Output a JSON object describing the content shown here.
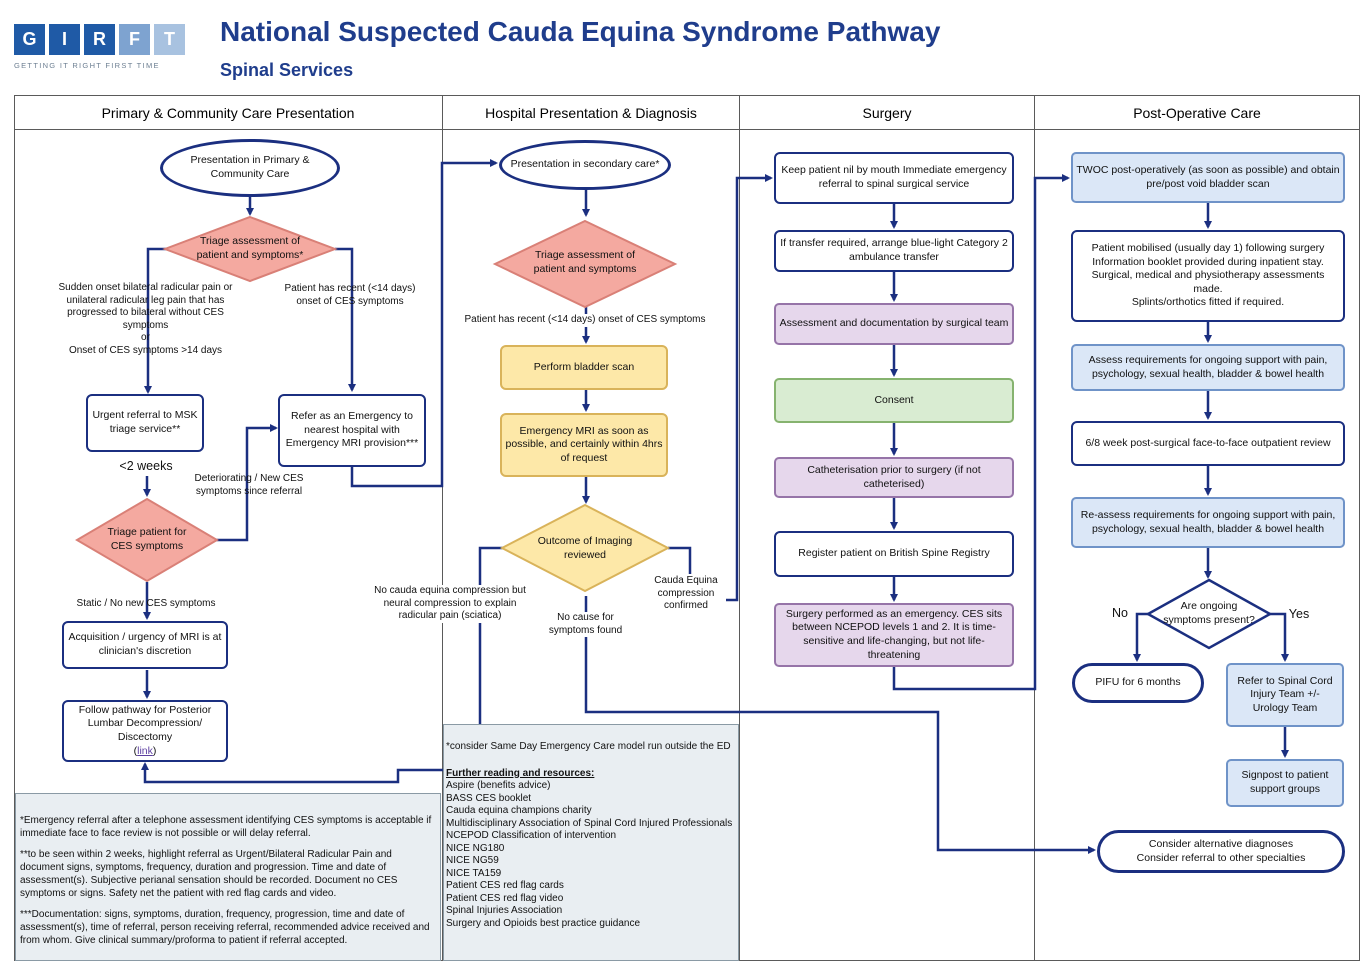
{
  "header": {
    "logo_letters": [
      "G",
      "I",
      "R",
      "F",
      "T"
    ],
    "logo_tagline": "GETTING IT RIGHT FIRST TIME",
    "title": "National Suspected Cauda Equina Syndrome Pathway",
    "subtitle": "Spinal Services"
  },
  "lanes": [
    "Primary & Community Care Presentation",
    "Hospital Presentation & Diagnosis",
    "Surgery",
    "Post-Operative Care"
  ],
  "primary": {
    "start": "Presentation in Primary & Community Care",
    "triage": "Triage assessment of patient and symptoms*",
    "left_label": "Sudden onset bilateral radicular pain or unilateral radicular leg pain that has progressed to bilateral without CES symptoms\nor\nOnset of CES symptoms >14 days",
    "right_label": "Patient has recent (<14 days) onset of CES symptoms",
    "urgent_referral": "Urgent referral to MSK triage service**",
    "two_weeks": "<2 weeks",
    "refer_emergency": "Refer as an Emergency to nearest hospital with Emergency MRI provision***",
    "deteriorating": "Deteriorating / New CES symptoms since referral",
    "triage_ces": "Triage patient for CES symptoms",
    "static": "Static / No new CES symptoms",
    "acquisition": "Acquisition / urgency of MRI is at clinician's discretion",
    "follow_pathway": "Follow pathway for Posterior Lumbar Decompression/ Discectomy",
    "follow_link": "link"
  },
  "hospital": {
    "start": "Presentation in secondary care*",
    "triage": "Triage assessment of patient and symptoms",
    "recent_label": "Patient has recent (<14 days) onset of CES symptoms",
    "bladder": "Perform bladder scan",
    "mri": "Emergency MRI as soon as possible, and certainly within 4hrs of request",
    "outcome": "Outcome of Imaging reviewed",
    "no_cauda": "No cauda equina compression but neural compression to explain radicular pain (sciatica)",
    "no_cause": "No cause for symptoms found",
    "confirmed": "Cauda Equina compression confirmed"
  },
  "surgery": {
    "nil_by_mouth": "Keep patient nil by mouth Immediate emergency referral to spinal surgical service",
    "transfer": "If transfer required, arrange blue-light Category 2 ambulance transfer",
    "assessment": "Assessment and documentation by surgical team",
    "consent": "Consent",
    "catheterisation": "Catheterisation prior to surgery (if not catheterised)",
    "register": "Register patient on British Spine Registry",
    "performed": "Surgery performed as an emergency. CES sits between NCEPOD levels 1 and 2. It is time-sensitive and life-changing, but not life-threatening"
  },
  "postop": {
    "twoc": "TWOC post-operatively (as soon as possible) and obtain pre/post void bladder scan",
    "mobilised": "Patient mobilised (usually day 1) following surgery Information booklet provided during inpatient stay. Surgical, medical and physiotherapy assessments made.\nSplints/orthotics fitted if required.",
    "assess_support": "Assess requirements for ongoing support with pain, psychology, sexual health, bladder & bowel health",
    "outpatient": "6/8 week post-surgical face-to-face outpatient review",
    "reassess": "Re-assess requirements for ongoing support with pain, psychology, sexual health, bladder & bowel health",
    "ongoing": "Are ongoing symptoms present?",
    "no": "No",
    "yes": "Yes",
    "pifu": "PIFU for 6 months",
    "refer_spinal": "Refer to Spinal Cord Injury Team +/- Urology Team",
    "signpost": "Signpost to patient support groups",
    "alternative": "Consider alternative diagnoses\nConsider referral to other specialties"
  },
  "notes_left": [
    "*Emergency referral after a telephone assessment identifying CES symptoms is acceptable if immediate face to face review is not possible or will delay referral.",
    "**to be seen within 2 weeks, highlight referral as Urgent/Bilateral Radicular Pain and document signs, symptoms, frequency, duration and progression. Time and date of assessment(s). Subjective perianal sensation should be recorded. Document no CES symptoms or signs. Safety net the patient with red flag cards and video.",
    "***Documentation: signs, symptoms, duration, frequency, progression, time and date of assessment(s), time of referral, person receiving referral, recommended advice received and from whom. Give clinical summary/proforma to patient if referral accepted."
  ],
  "notes_resources": {
    "note": "*consider Same Day Emergency Care model run outside the ED",
    "heading": "Further reading and resources:",
    "items": [
      "Aspire (benefits advice)",
      "BASS CES booklet",
      "Cauda equina champions charity",
      "Multidisciplinary Association of Spinal Cord Injured Professionals",
      "NCEPOD Classification of intervention",
      "NICE NG180",
      "NICE NG59",
      "NICE TA159",
      "Patient CES red flag cards",
      "Patient CES red flag video",
      "Spinal Injuries Association",
      "Surgery and Opioids best practice guidance"
    ]
  },
  "colors": {
    "navy": "#1b2f80",
    "title_blue": "#1f3d8c",
    "logo_blue": "#1f5aa6",
    "logo_light": "#9fbad8",
    "triage_red": "#f4a9a0"
  }
}
